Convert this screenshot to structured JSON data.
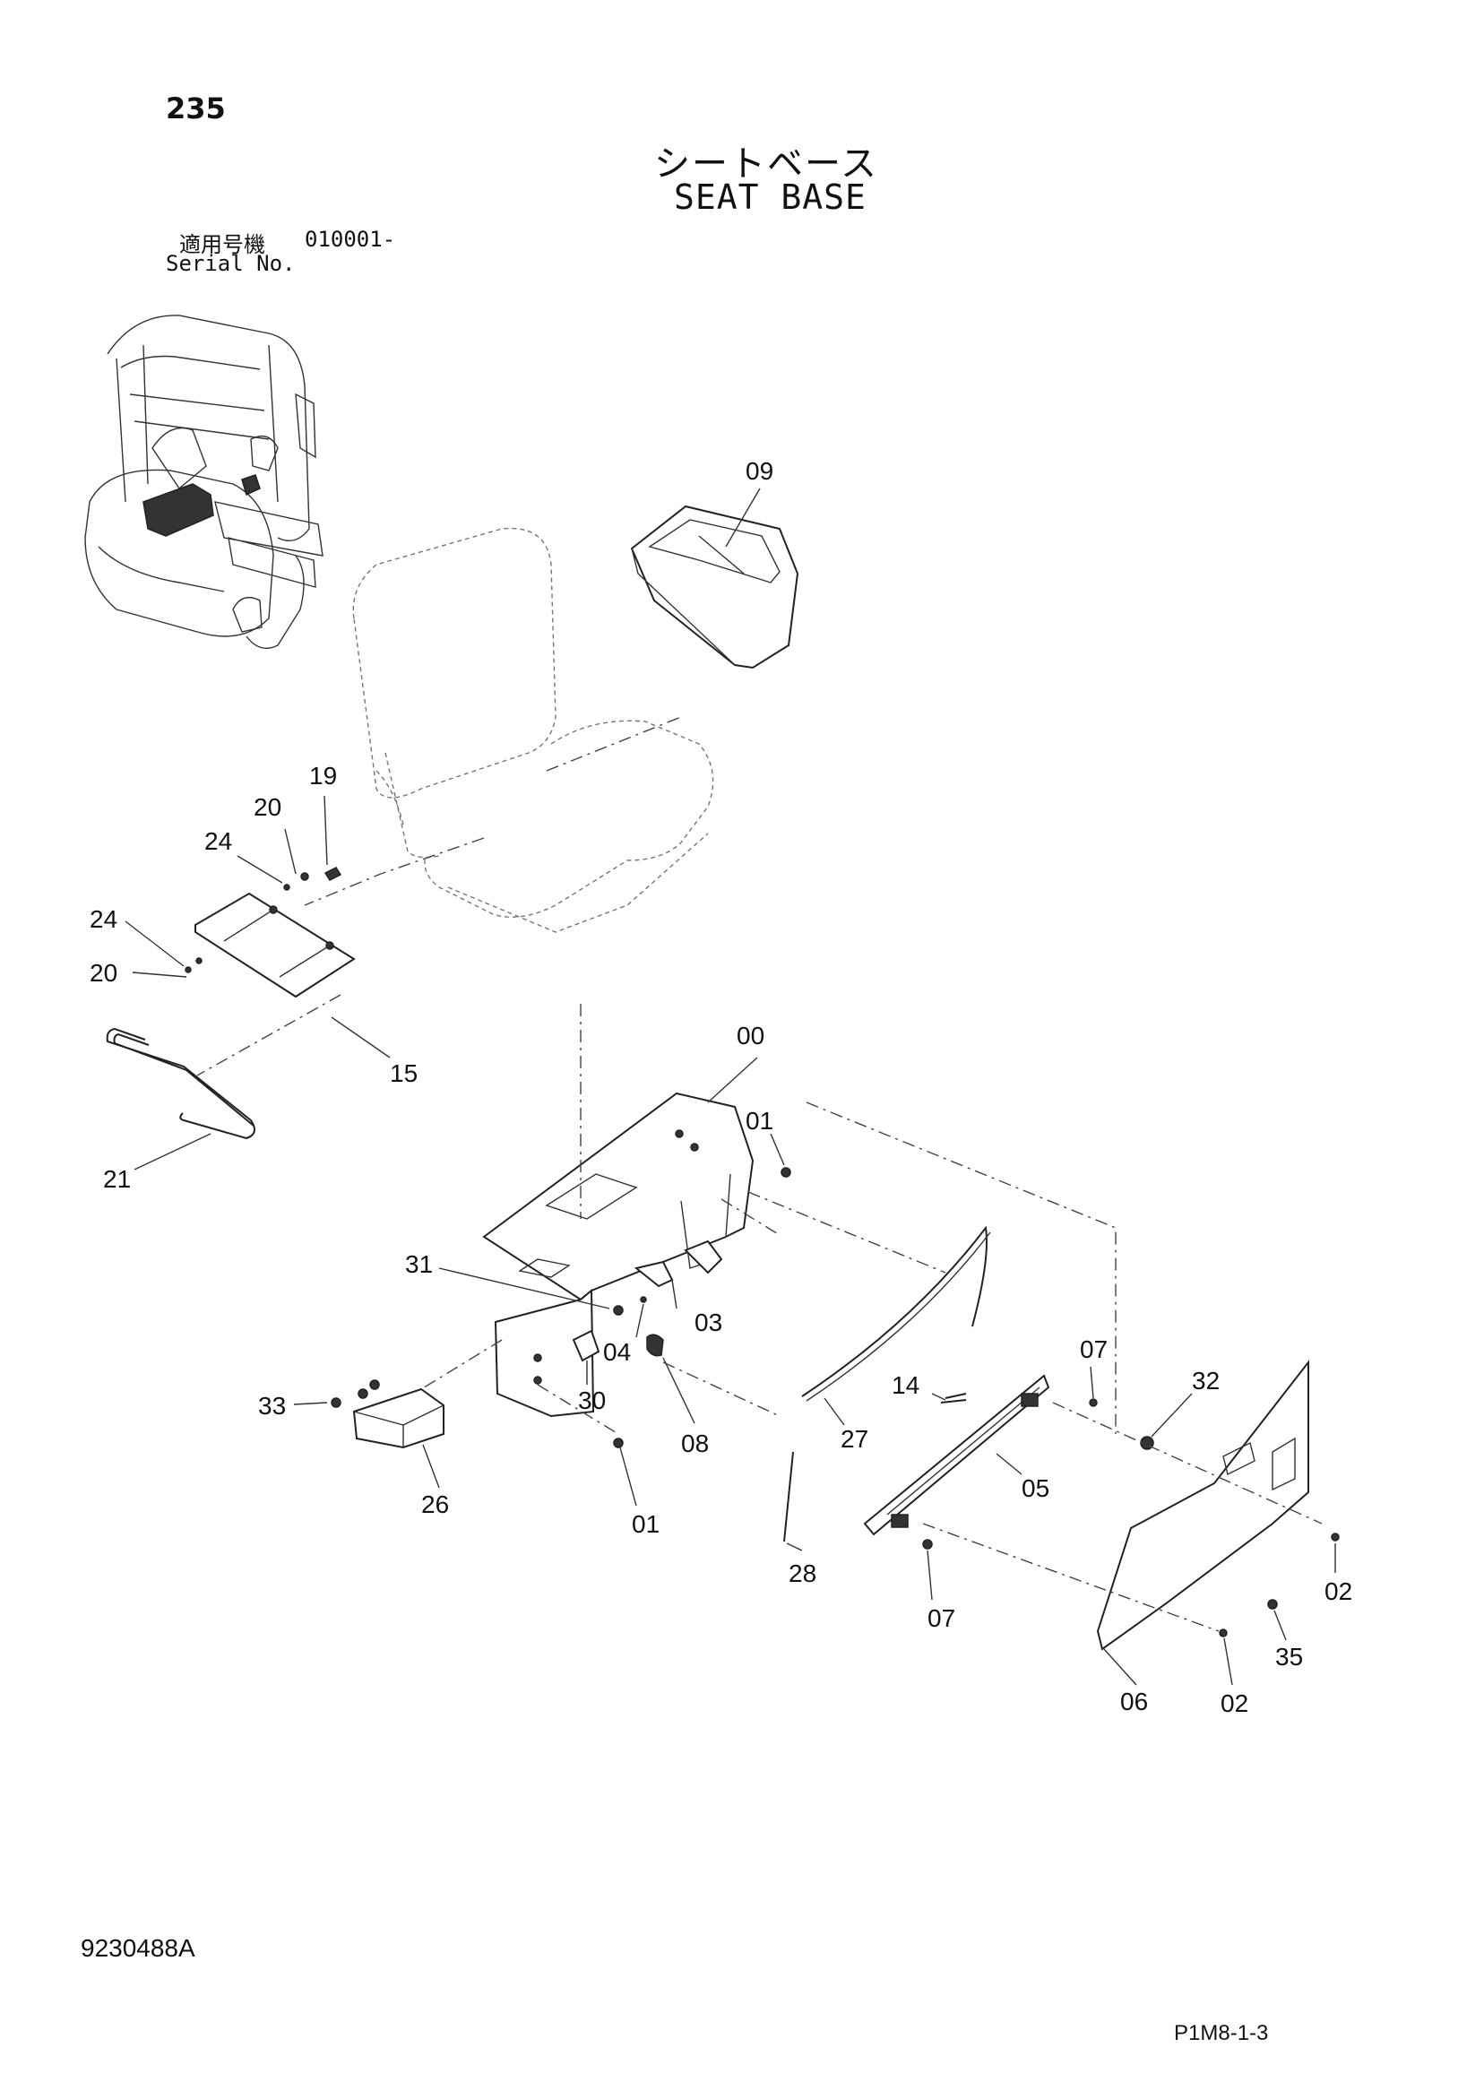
{
  "header": {
    "page_number": "235",
    "title_jp": "シートベース",
    "title_en": "SEAT BASE",
    "serial_label_jp": "適用号機",
    "serial_value": "010001-",
    "serial_label_en": "Serial No."
  },
  "footer": {
    "document_id": "9230488A",
    "figure_id": "P1M8-1-3"
  },
  "callouts": {
    "c09": "09",
    "c19": "19",
    "c20a": "20",
    "c24a": "24",
    "c24b": "24",
    "c20b": "20",
    "c15": "15",
    "c21": "21",
    "c00": "00",
    "c01a": "01",
    "c31": "31",
    "c03": "03",
    "c04": "04",
    "c30": "30",
    "c33": "33",
    "c08": "08",
    "c26": "26",
    "c01b": "01",
    "c27": "27",
    "c14": "14",
    "c07a": "07",
    "c32": "32",
    "c05": "05",
    "c28": "28",
    "c07b": "07",
    "c02a": "02",
    "c35": "35",
    "c06": "06",
    "c02b": "02"
  }
}
